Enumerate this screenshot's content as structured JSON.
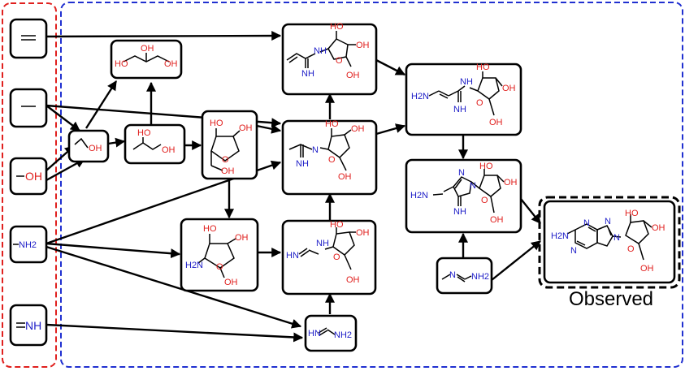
{
  "colors": {
    "feedstock_border": "#e0201e",
    "network_border": "#2030d0",
    "oxygen": "#e0201e",
    "nitrogen": "#2020c8",
    "bond": "#000000"
  },
  "feedstocks": [
    {
      "id": "ethene",
      "label": ""
    },
    {
      "id": "ethane",
      "label": ""
    },
    {
      "id": "methanol",
      "label": "OH"
    },
    {
      "id": "methylamine",
      "label": "NH2"
    },
    {
      "id": "methanimine",
      "label": "NH"
    }
  ],
  "atoms": {
    "oh": "OH",
    "ho": "HO",
    "nh": "NH",
    "n": "N",
    "o": "O",
    "h2n": "H2N",
    "hn": "HN",
    "nh2": "NH2"
  },
  "observed_label": "Observed"
}
